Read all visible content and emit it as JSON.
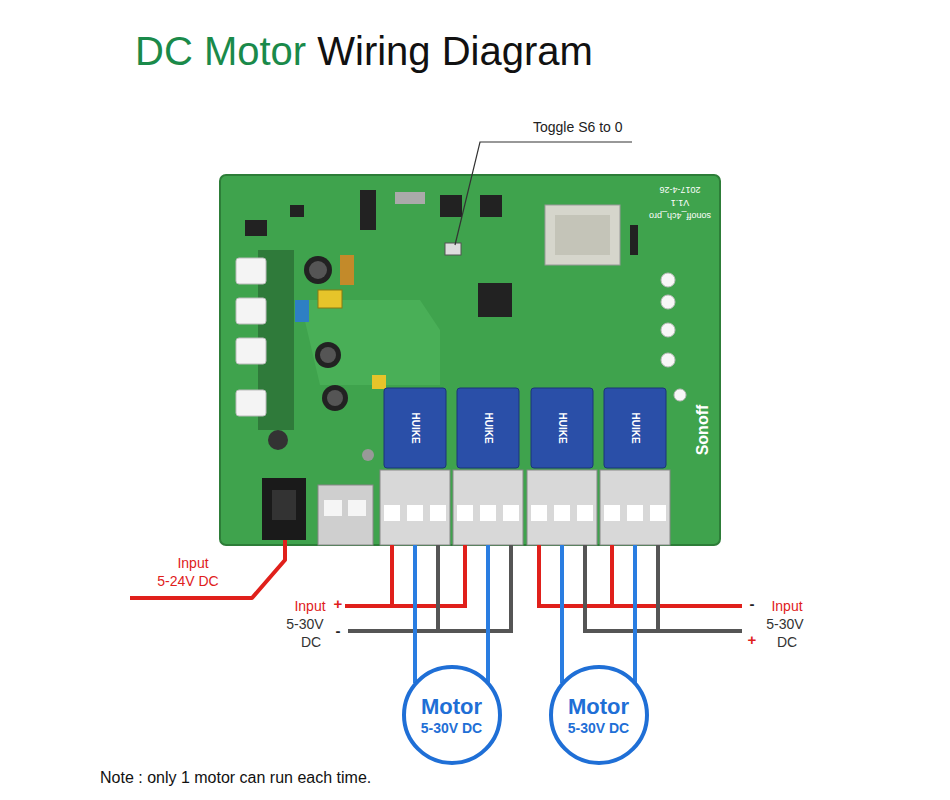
{
  "diagram": {
    "title": "DC Motor Wiring Diagram",
    "nodes": [
      {
        "text": [
          "Motor",
          "5-30V DC"
        ]
      },
      {
        "text": [
          "Motor",
          "5-30V DC"
        ]
      }
    ],
    "labels": [
      "Toggle S6 to 0",
      "Input",
      "5-24V DC",
      "Input",
      "+",
      "5-30V",
      "DC",
      "-",
      "-",
      "Input",
      "5-30V",
      "+",
      "DC",
      "Note : only 1 motor can run each time.",
      "Sonoff",
      "HUIKE",
      "HUIKE",
      "HUIKE",
      "HUIKE",
      "2017-4-26",
      "V1.1",
      "sonoff_4ch_pro"
    ]
  }
}
